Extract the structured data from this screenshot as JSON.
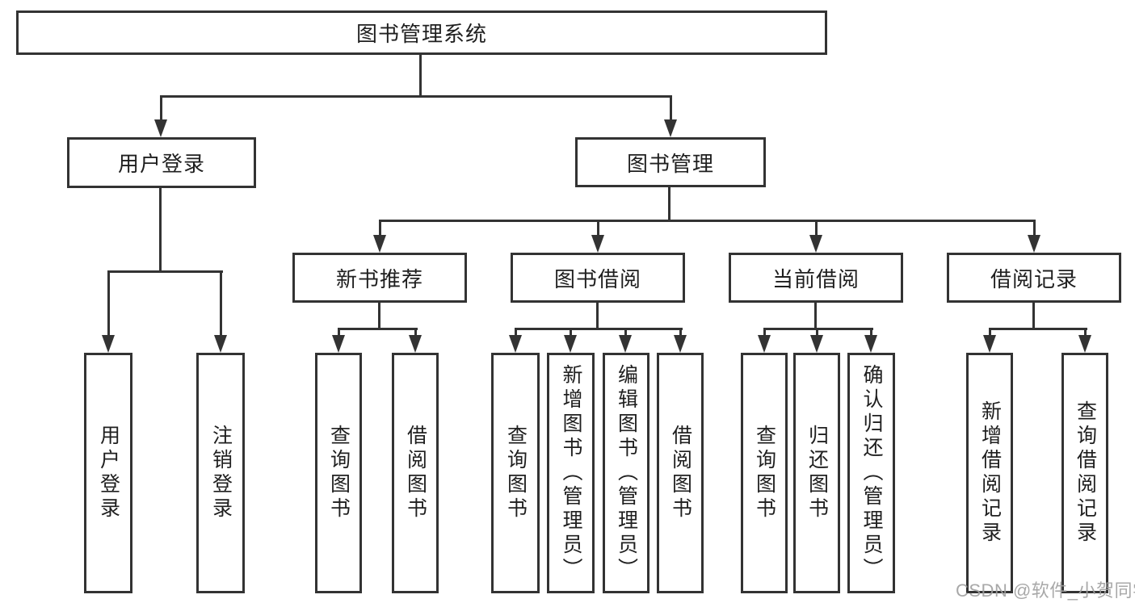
{
  "diagram": {
    "root": {
      "label": "图书管理系统"
    },
    "branches": [
      {
        "label": "用户登录",
        "children": [
          {
            "label": "用户登录"
          },
          {
            "label": "注销登录"
          }
        ]
      },
      {
        "label": "图书管理",
        "children": [
          {
            "label": "新书推荐",
            "children": [
              {
                "label": "查询图书"
              },
              {
                "label": "借阅图书"
              }
            ]
          },
          {
            "label": "图书借阅",
            "children": [
              {
                "label": "查询图书"
              },
              {
                "label": "新增图书（管理员）"
              },
              {
                "label": "编辑图书（管理员）"
              },
              {
                "label": "借阅图书"
              }
            ]
          },
          {
            "label": "当前借阅",
            "children": [
              {
                "label": "查询图书"
              },
              {
                "label": "归还图书"
              },
              {
                "label": "确认归还（管理员）"
              }
            ]
          },
          {
            "label": "借阅记录",
            "children": [
              {
                "label": "新增借阅记录"
              },
              {
                "label": "查询借阅记录"
              }
            ]
          }
        ]
      }
    ]
  },
  "watermark": {
    "text": "CSDN @软件_小贺同学"
  },
  "colors": {
    "line": "#333333",
    "text": "#1f1f1f",
    "watermark": "#9e9e9e",
    "background": "#ffffff"
  }
}
